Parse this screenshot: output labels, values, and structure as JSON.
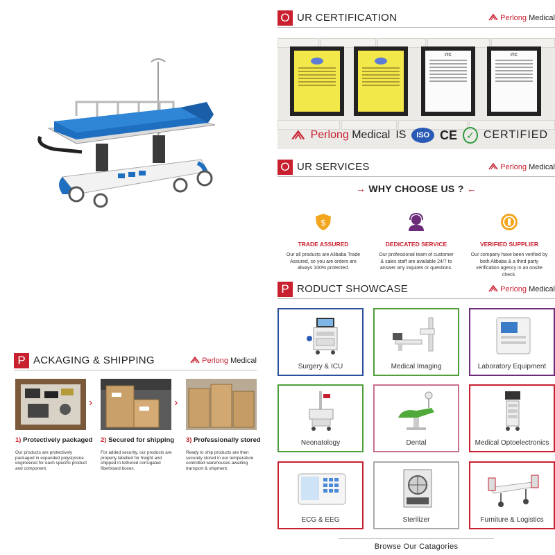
{
  "brand": {
    "name_red": "Perlong",
    "name_dark": "Medical"
  },
  "sections": {
    "certification": {
      "letter": "O",
      "title": "UR CERTIFICATION"
    },
    "services": {
      "letter": "O",
      "title": "UR SERVICES"
    },
    "showcase": {
      "letter": "P",
      "title": "RODUCT SHOWCASE"
    },
    "packaging": {
      "letter": "P",
      "title": "ACKAGING & SHIPPING"
    }
  },
  "certification_bar": {
    "is_text": "IS",
    "iso": "ISO",
    "ce": "CE",
    "certified": "CERTIFIED"
  },
  "certificates": [
    {
      "title": "",
      "paper": "yellow"
    },
    {
      "title": "",
      "paper": "yellow"
    },
    {
      "title": "ITC",
      "paper": "white"
    },
    {
      "title": "ITC",
      "paper": "white"
    }
  ],
  "why_choose_us": "WHY CHOOSE US ?",
  "services": [
    {
      "name": "TRADE ASSURED",
      "desc": "Our all products are Alibaba Trade Assured, so you are orders are always 100% protected.",
      "icon": "shield-dollar-icon"
    },
    {
      "name": "DEDICATED SERVICE",
      "desc": "Our professional team of customer & sales staff are available 24/7 to answer any inquires or questions.",
      "icon": "headset-agent-icon"
    },
    {
      "name": "VERIFIED SUPPLIER",
      "desc": "Our company have been verified by both Alibaba & a third party verification agency in an onsite check.",
      "icon": "verified-badge-icon"
    }
  ],
  "products": [
    {
      "label": "Surgery & ICU",
      "border": "#2a4e9b"
    },
    {
      "label": "Medical Imaging",
      "border": "#4f9e3c"
    },
    {
      "label": "Laboratory Equipment",
      "border": "#6b2b78"
    },
    {
      "label": "Neonatology",
      "border": "#4f9e3c"
    },
    {
      "label": "Dental",
      "border": "#c8708d"
    },
    {
      "label": "Medical Optoelectronics",
      "border": "#c8202f"
    },
    {
      "label": "ECG & EEG",
      "border": "#c8202f"
    },
    {
      "label": "Sterilizer",
      "border": "#aaaaaa"
    },
    {
      "label": "Furniture & Logistics",
      "border": "#c8202f"
    }
  ],
  "browse": "Browse Our Catagories",
  "packaging_steps": [
    {
      "num": "1)",
      "title": "Protectively packaged",
      "desc": "Our products are protectively packaged in expanded polystyrene engineered for each specific product and component."
    },
    {
      "num": "2)",
      "title": "Secured for shipping",
      "desc": "For added security, our products are properly labelled for freight and shipped in tethered corrugated fiberboard boxes."
    },
    {
      "num": "3)",
      "title": "Professionally stored",
      "desc": "Ready to ship products are then securely stored in our temperature controlled warehouses awaiting transport & shipment."
    }
  ],
  "colors": {
    "accent": "#c8202f",
    "bed_blue": "#1f6fc0"
  }
}
